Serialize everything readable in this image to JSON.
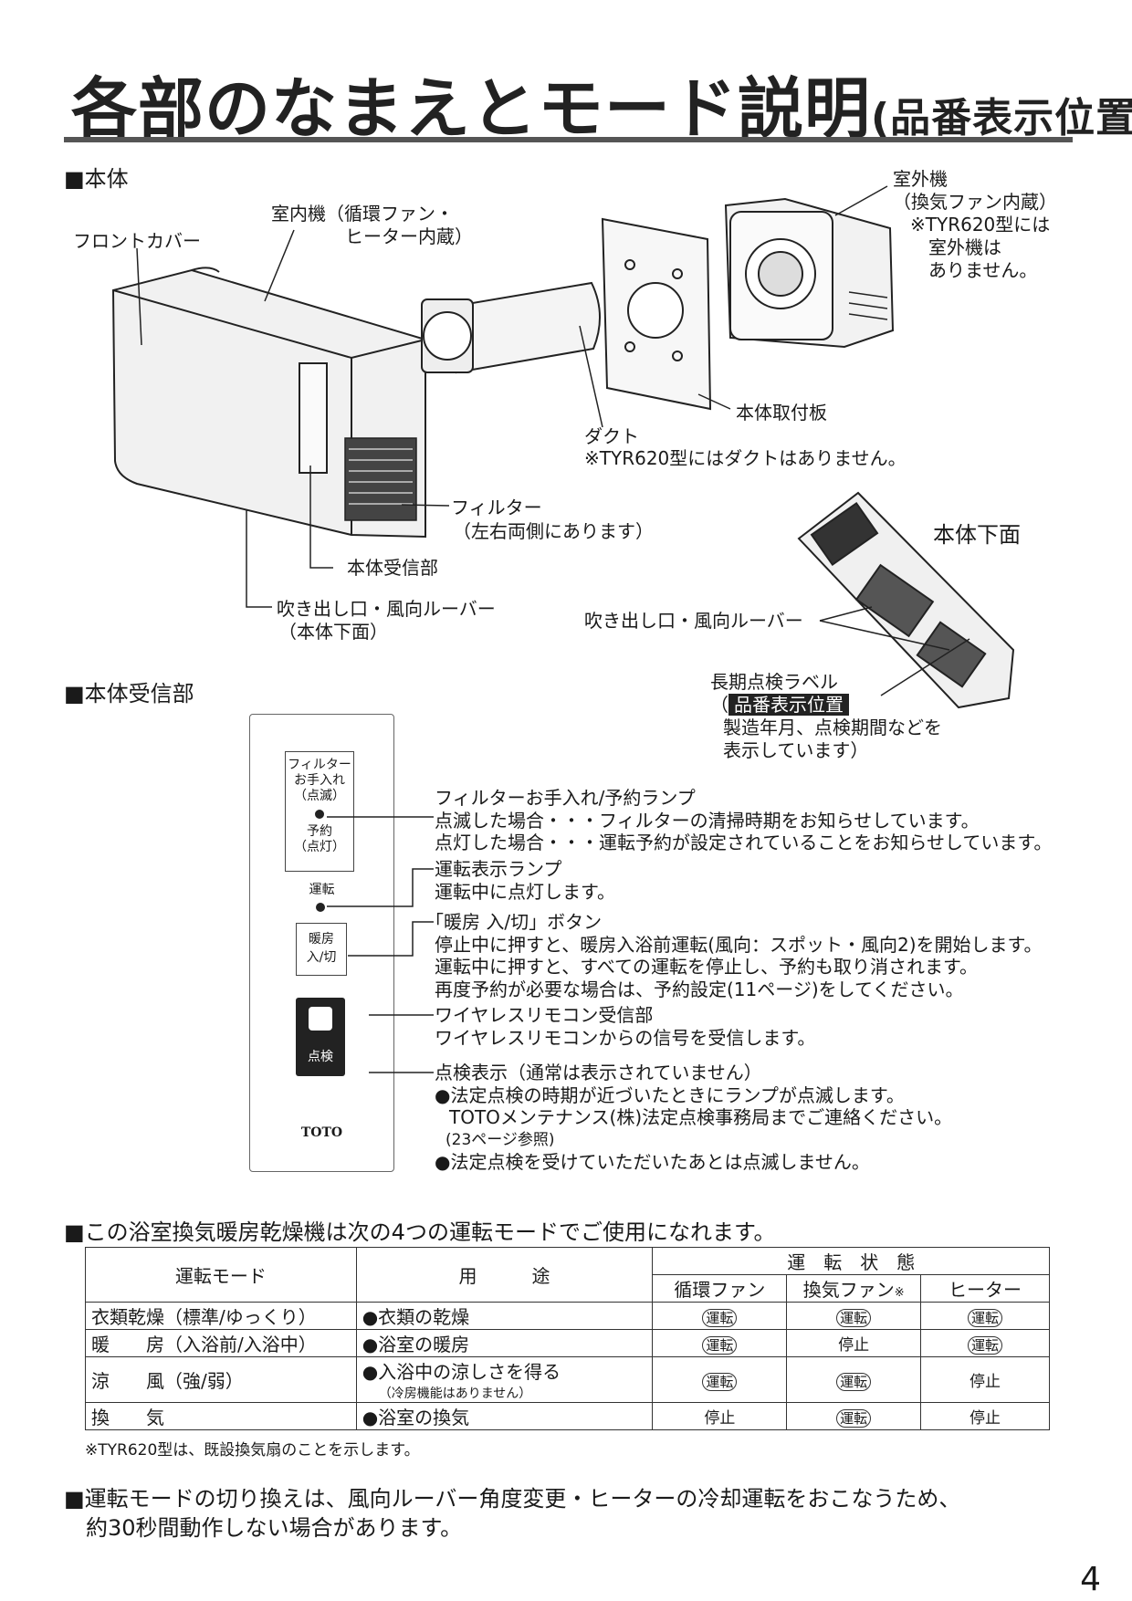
{
  "title": {
    "main": "各部のなまえとモード説明",
    "sub": "(品番表示位置)"
  },
  "sections": {
    "body": "■本体",
    "receiver": "■本体受信部"
  },
  "body_labels": {
    "front_cover": "フロントカバー",
    "indoor_unit_1": "室内機（循環ファン・",
    "indoor_unit_2": "ヒーター内蔵）",
    "outdoor_unit_1": "室外機",
    "outdoor_unit_2": "（換気ファン内蔵）",
    "outdoor_unit_3": "※TYR620型には",
    "outdoor_unit_4": "室外機は",
    "outdoor_unit_5": "ありません。",
    "mount_plate": "本体取付板",
    "duct": "ダクト",
    "duct_note": "※TYR620型にはダクトはありません。",
    "filter_1": "フィルター",
    "filter_2": "（左右両側にあります）",
    "receiver_part": "本体受信部",
    "outlet_1": "吹き出し口・風向ルーバー",
    "outlet_2": "（本体下面）",
    "bottom_view": "本体下面",
    "bottom_outlet": "吹き出し口・風向ルーバー",
    "label_1": "長期点検ラベル",
    "label_paren_open": "（",
    "label_highlight": "品番表示位置",
    "label_2": "製造年月、点検期間などを",
    "label_3": "表示しています）"
  },
  "receiver_panel": {
    "filter_box": [
      "フィルター",
      "お手入れ",
      "（点滅）"
    ],
    "reserve": [
      "予約",
      "（点灯）"
    ],
    "run": "運転",
    "heat_btn": [
      "暖房",
      "入/切"
    ],
    "check": "点検",
    "brand": "TOTO"
  },
  "receiver_desc": {
    "lamp_title": "フィルターお手入れ/予約ランプ",
    "lamp_1": "点滅した場合・・・フィルターの清掃時期をお知らせしています。",
    "lamp_2": "点灯した場合・・・運転予約が設定されていることをお知らせしています。",
    "run_title": "運転表示ランプ",
    "run_1": "運転中に点灯します。",
    "btn_title": "「暖房 入/切」ボタン",
    "btn_1": "停止中に押すと、暖房入浴前運転(風向：スポット・風向2)を開始します。",
    "btn_2": "運転中に押すと、すべての運転を停止し、予約も取り消されます。",
    "btn_3": "再度予約が必要な場合は、予約設定(11ページ)をしてください。",
    "wl_title": "ワイヤレスリモコン受信部",
    "wl_1": "ワイヤレスリモコンからの信号を受信します。",
    "chk_title": "点検表示（通常は表示されていません）",
    "chk_1": "●法定点検の時期が近づいたときにランプが点滅します。",
    "chk_2": "TOTOメンテナンス(株)法定点検事務局までご連絡ください。",
    "chk_3": "(23ページ参照)",
    "chk_4": "●法定点検を受けていただいたあとは点滅しません。"
  },
  "modes_intro": "■この浴室換気暖房乾燥機は次の4つの運転モードでご使用になれます。",
  "table": {
    "h_mode": "運転モード",
    "h_use": "用　　　途",
    "h_state": "運　転　状　態",
    "h_fan1": "循環ファン",
    "h_fan2": "換気ファン",
    "h_fan2_mark": "※",
    "h_heater": "ヒーター",
    "rows": [
      {
        "mode": "衣類乾燥（標準/ゆっくり）",
        "use": "●衣類の乾燥",
        "use_sub": "",
        "fan1": "運転",
        "fan2": "運転",
        "heater": "運転"
      },
      {
        "mode": "暖　　房（入浴前/入浴中）",
        "use": "●浴室の暖房",
        "use_sub": "",
        "fan1": "運転",
        "fan2": "停止",
        "heater": "運転"
      },
      {
        "mode": "涼　　風（強/弱）",
        "use": "●入浴中の涼しさを得る",
        "use_sub": "（冷房機能はありません）",
        "fan1": "運転",
        "fan2": "運転",
        "heater": "停止"
      },
      {
        "mode": "換　　気",
        "use": "●浴室の換気",
        "use_sub": "",
        "fan1": "停止",
        "fan2": "運転",
        "heater": "停止"
      }
    ],
    "footnote": "※TYR620型は、既設換気扇のことを示します。"
  },
  "bottom_note_1": "■運転モードの切り換えは、風向ルーバー角度変更・ヒーターの冷却運転をおこなうため、",
  "bottom_note_2": "約30秒間動作しない場合があります。",
  "page_number": "4"
}
